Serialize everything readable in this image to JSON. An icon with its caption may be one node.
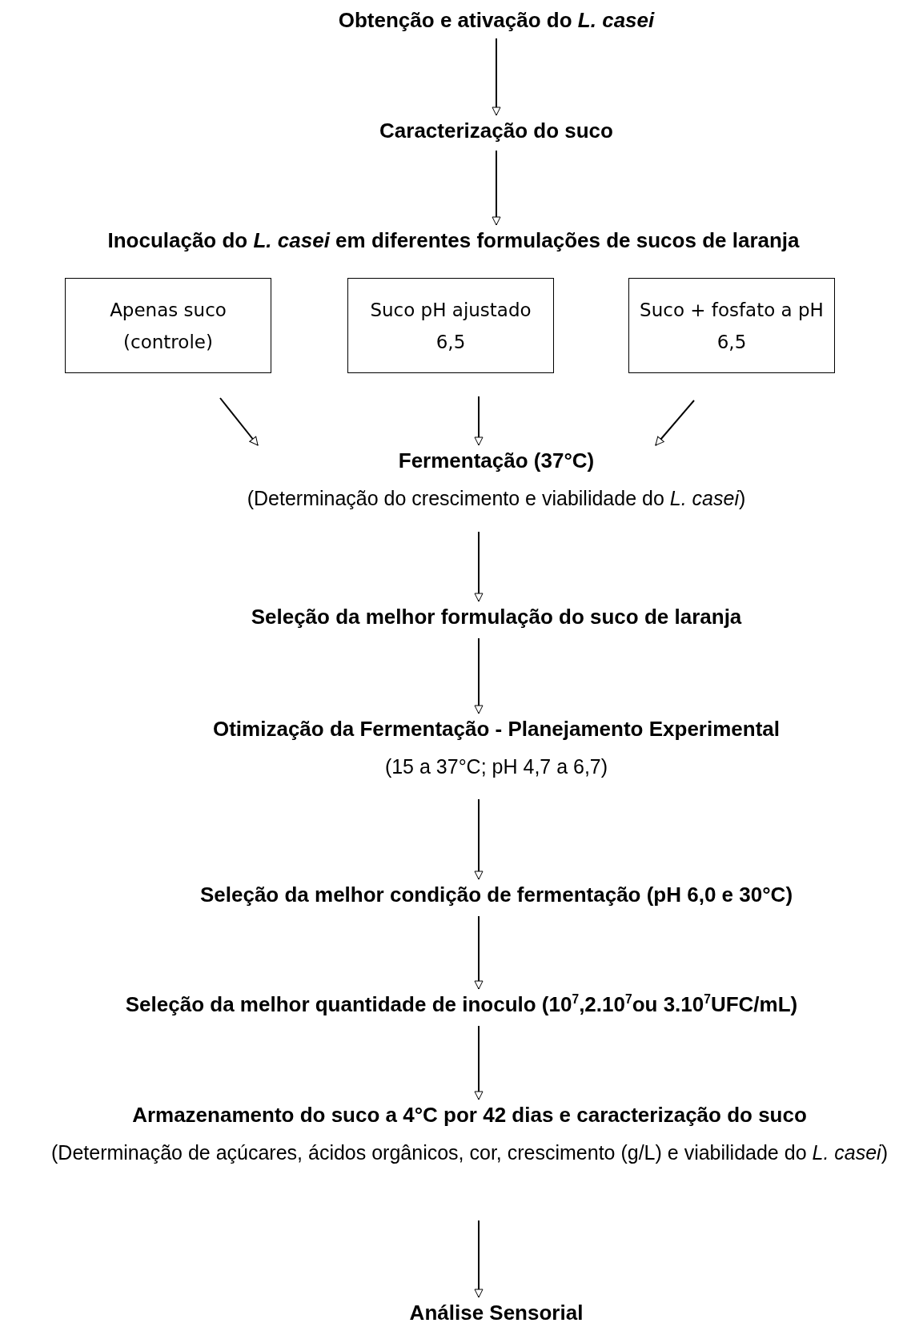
{
  "diagram": {
    "nodes": [
      {
        "text": [
          "Obtenção e ativação do *L. casei*"
        ]
      },
      {
        "text": [
          "Caracterização do suco"
        ]
      },
      {
        "text": [
          "Inoculação do *L. casei* em diferentes formulações de sucos de laranja"
        ]
      },
      {
        "text": [
          "Apenas suco (controle)"
        ]
      },
      {
        "text": [
          "Suco pH ajustado 6,5"
        ]
      },
      {
        "text": [
          "Suco + fosfato a pH 6,5"
        ]
      },
      {
        "text": [
          "Fermentação (37°C)",
          "(Determinação do crescimento e viabilidade do *L. casei*)"
        ]
      },
      {
        "text": [
          "Seleção da melhor formulação do suco de laranja"
        ]
      },
      {
        "text": [
          "Otimização da Fermentação - Planejamento Experimental",
          "(15 a 37°C; pH 4,7 a 6,7)"
        ]
      },
      {
        "text": [
          "Seleção da melhor condição de fermentação (pH 6,0 e 30°C)"
        ]
      },
      {
        "text": [
          "Seleção da melhor quantidade de inoculo (10$^{7}$,2.10$^{7}$ou 3.10$^{7}$UFC/mL)"
        ]
      },
      {
        "text": [
          "Armazenamento do suco a 4°C por 42 dias e caracterização do suco",
          "(Determinação de açúcares, ácidos orgânicos, cor, crescimento (g/L) e viabilidade do *L. casei*)"
        ]
      },
      {
        "text": [
          "Análise Sensorial"
        ]
      }
    ],
    "edges": [
      {
        "from": 0,
        "to": 1,
        "arrow": "to"
      },
      {
        "from": 1,
        "to": 2,
        "arrow": "to"
      },
      {
        "from": 3,
        "to": 6,
        "arrow": "to"
      },
      {
        "from": 4,
        "to": 6,
        "arrow": "to"
      },
      {
        "from": 5,
        "to": 6,
        "arrow": "to"
      },
      {
        "from": 6,
        "to": 7,
        "arrow": "to"
      },
      {
        "from": 7,
        "to": 8,
        "arrow": "to"
      },
      {
        "from": 8,
        "to": 9,
        "arrow": "to"
      },
      {
        "from": 9,
        "to": 10,
        "arrow": "to"
      },
      {
        "from": 10,
        "to": 11,
        "arrow": "to"
      },
      {
        "from": 11,
        "to": 12,
        "arrow": "to"
      }
    ]
  }
}
